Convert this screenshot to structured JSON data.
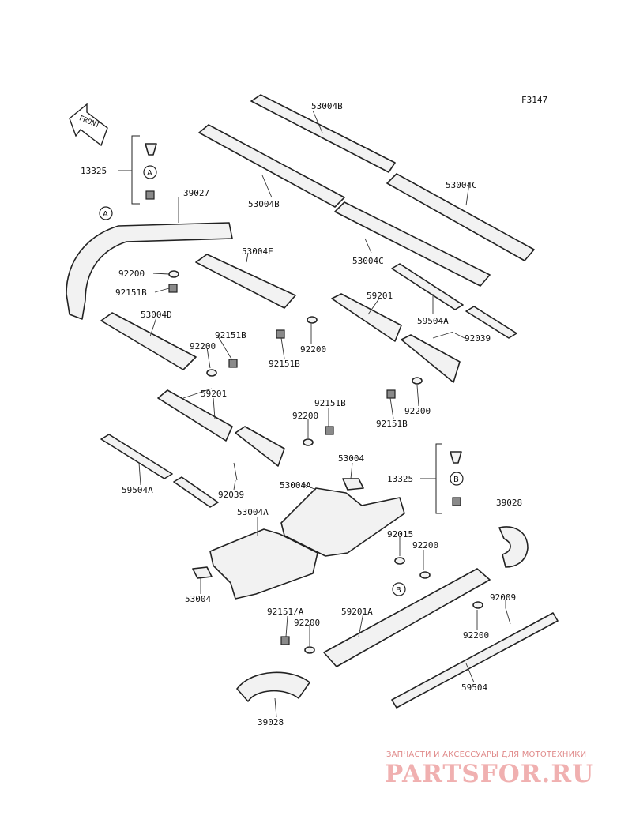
{
  "figure_code": "F3147",
  "front_arrow": {
    "text": "FRONT",
    "icon": "front-arrow-icon"
  },
  "callouts": {
    "p53004B_top": "53004B",
    "p53004B_bottom": "53004B",
    "p53004C_right": "53004C",
    "p53004C_mid": "53004C",
    "p53004E": "53004E",
    "p53004D": "53004D",
    "p13325_top": "13325",
    "p13325_right": "13325",
    "p39027": "39027",
    "p92200_a": "92200",
    "p92151B_a": "92151B",
    "p59201_right": "59201",
    "p59504A_right": "59504A",
    "p92039_right": "92039",
    "p92200_b": "92200",
    "p92151B_b": "92151B",
    "p92151B_c": "92151B",
    "p92200_c": "92200",
    "p92200_d": "92200",
    "p92151B_d": "92151B",
    "p92200_e": "92200",
    "p92151B_e": "92151B",
    "p59201_left": "59201",
    "p59504A_left": "59504A",
    "p92039_left": "92039",
    "p53004A_top": "53004A",
    "p53004_top": "53004",
    "p53004A_bottom": "53004A",
    "p53004_bottom": "53004",
    "p39028_right": "39028",
    "p92015": "92015",
    "p92200_f": "92200",
    "p92009": "92009",
    "p92151A": "92151/A",
    "p92200_g": "92200",
    "p59201A": "59201A",
    "p92200_h": "92200",
    "p59504": "59504",
    "p39028_bottom": "39028"
  },
  "reference_marks": {
    "a": "A",
    "b": "B"
  },
  "watermark": {
    "caption": "ЗАПЧАСТИ И АКСЕССУАРЫ ДЛЯ МОТОТЕХНИКИ",
    "logo": "PARTSFOR.RU"
  },
  "colors": {
    "line": "#222222",
    "watermark": "#e08a8a",
    "background": "#ffffff"
  }
}
